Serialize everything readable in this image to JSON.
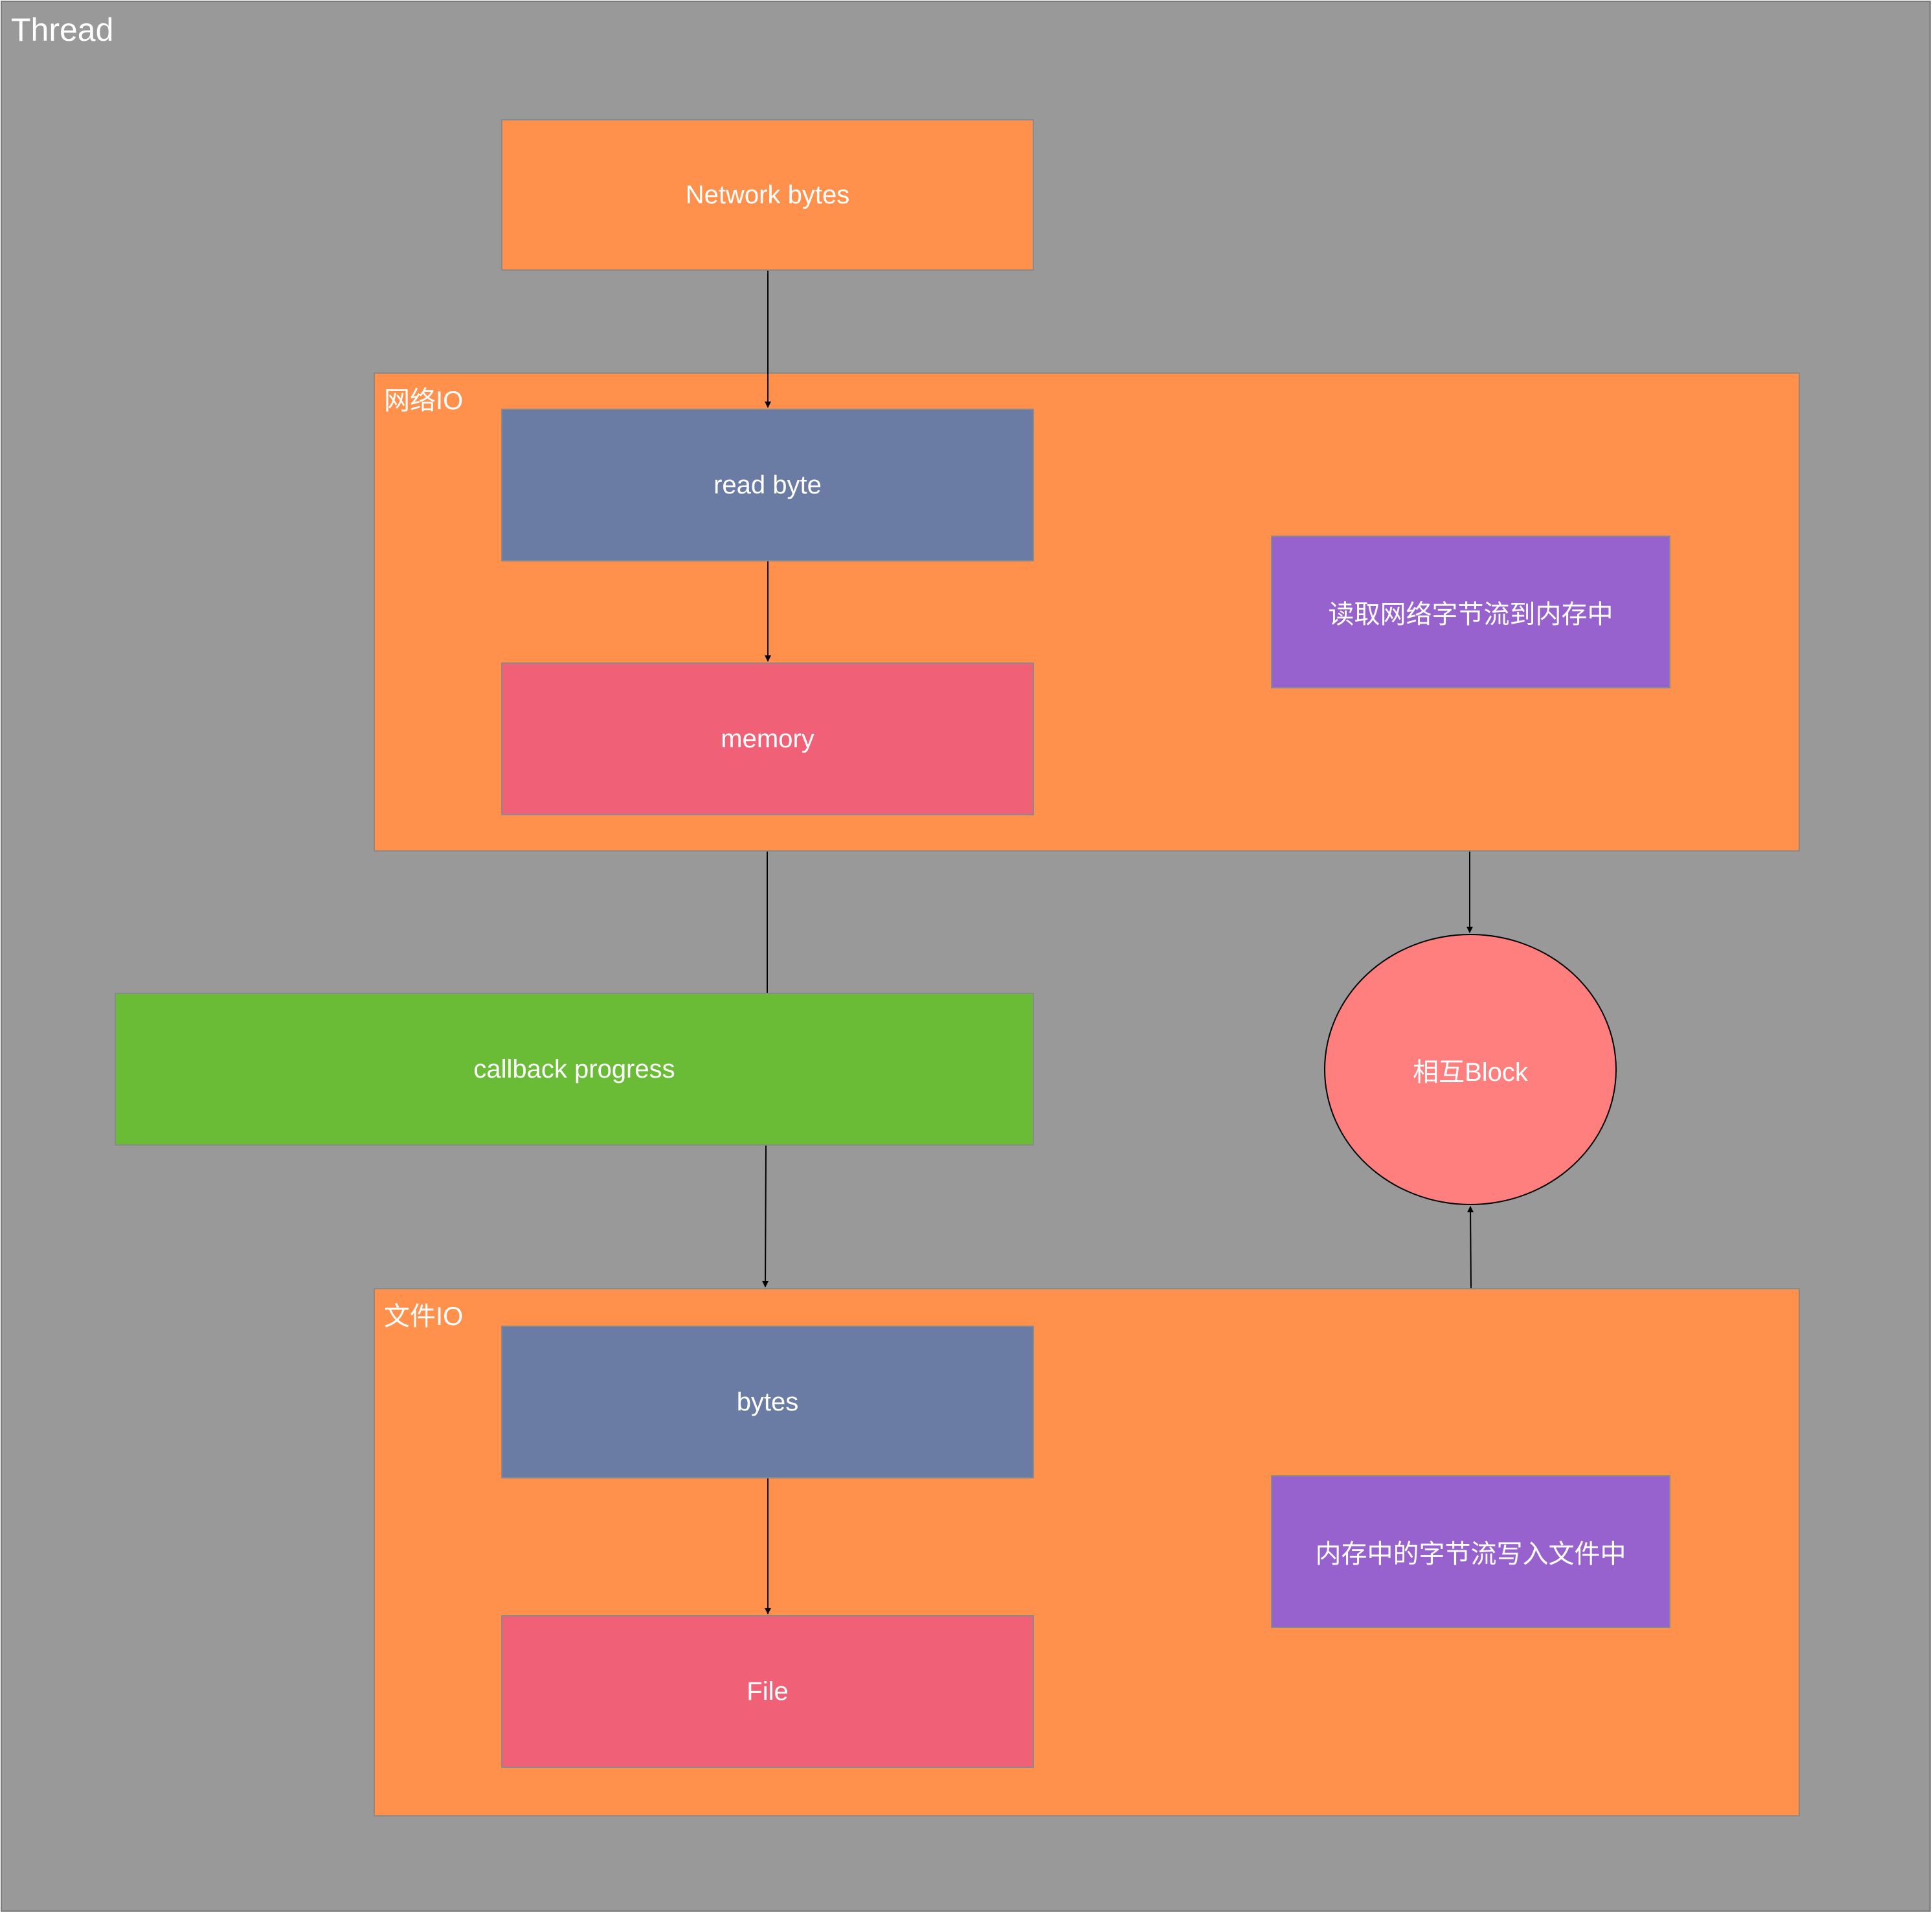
{
  "thread": {
    "title": "Thread"
  },
  "network_bytes": {
    "label": "Network bytes"
  },
  "network_io": {
    "title": "网络IO",
    "read_byte": "read byte",
    "memory": "memory",
    "description": "读取网络字节流到内存中"
  },
  "callback": {
    "label": "callback progress"
  },
  "block": {
    "label": "相互Block"
  },
  "file_io": {
    "title": "文件IO",
    "bytes": "bytes",
    "file": "File",
    "description": "内存中的字节流写入文件中"
  },
  "colors": {
    "background": "#999999",
    "orange": "#ff914d",
    "blue": "#6a7ca4",
    "red": "#f06177",
    "purple": "#9762cd",
    "green": "#6abc37",
    "circle": "#ff7f7f"
  }
}
